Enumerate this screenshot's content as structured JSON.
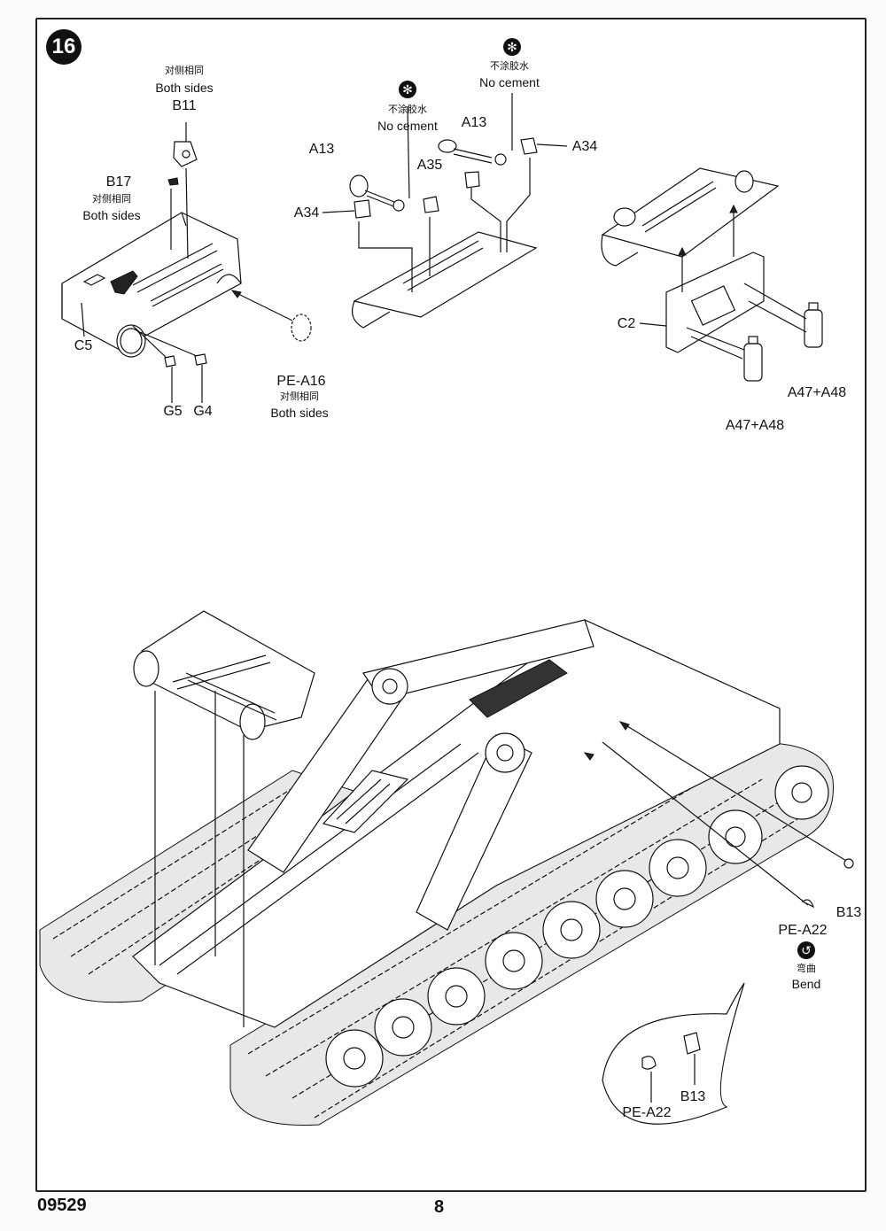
{
  "step": {
    "number": "16"
  },
  "callouts": {
    "b11_note_zh": "对侧相同",
    "b11_note_en": "Both sides",
    "b11": "B11",
    "b17": "B17",
    "b17_note_zh": "对侧相同",
    "b17_note_en": "Both sides",
    "c5": "C5",
    "g5": "G5",
    "g4": "G4",
    "pe_a16": "PE-A16",
    "pe_a16_note_zh": "对侧相同",
    "pe_a16_note_en": "Both sides",
    "no_cement_zh_1": "不涂胶水",
    "no_cement_en_1": "No cement",
    "no_cement_zh_2": "不涂胶水",
    "no_cement_en_2": "No cement",
    "a13_left": "A13",
    "a13_right": "A13",
    "a34_left": "A34",
    "a34_right": "A34",
    "a35": "A35",
    "c2": "C2",
    "a47_a48_upper": "A47+A48",
    "a47_a48_lower": "A47+A48",
    "b13_main": "B13",
    "pe_a22_main": "PE-A22",
    "bend_zh": "弯曲",
    "bend_en": "Bend",
    "pe_a22_detail": "PE-A22",
    "b13_detail": "B13"
  },
  "icons": {
    "no_cement_1": "no-cement-icon",
    "no_cement_2": "no-cement-icon",
    "bend": "bend-icon"
  },
  "footer": {
    "kit_number": "09529",
    "page_number": "8"
  }
}
